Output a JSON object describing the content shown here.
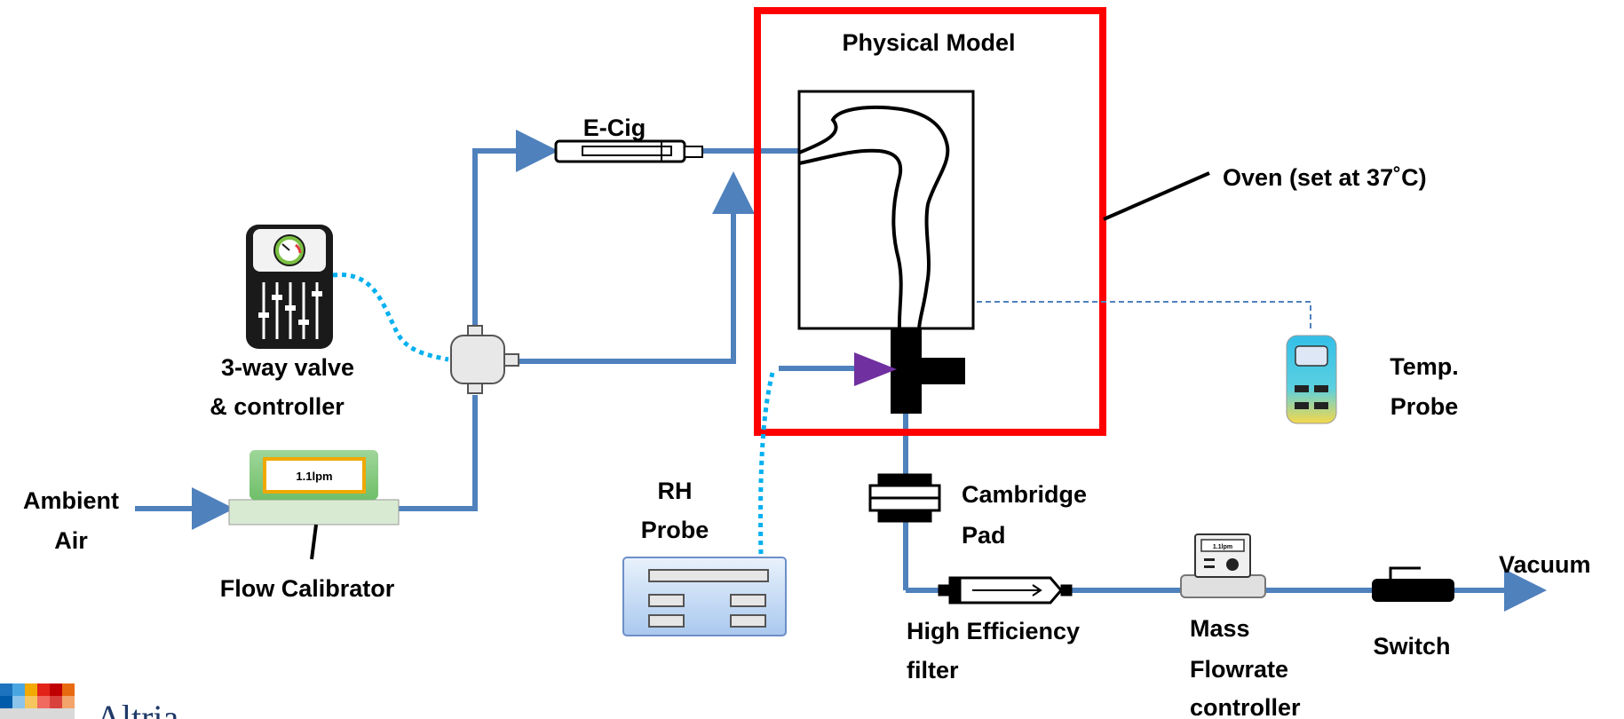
{
  "labels": {
    "physical_model": "Physical Model",
    "ecig": "E-Cig",
    "oven": "Oven (set at 37˚C)",
    "valve_line1": "3-way valve",
    "valve_line2": "& controller",
    "temp_line1": "Temp.",
    "temp_line2": "Probe",
    "ambient_line1": "Ambient",
    "ambient_line2": "Air",
    "flow_calibrator": "Flow Calibrator",
    "rh_line1": "RH",
    "rh_line2": "Probe",
    "cambridge_line1": "Cambridge",
    "cambridge_line2": "Pad",
    "vacuum": "Vacuum",
    "hef_line1": "High Efficiency",
    "hef_line2": "filter",
    "mass_line1": "Mass",
    "mass_line2": "Flowrate",
    "mass_line3": "controller",
    "switch": "Switch"
  },
  "displays": {
    "calibrator_reading": "1.1lpm",
    "mass_controller_reading": "1.1lpm"
  },
  "logo": {
    "text": "Altria"
  },
  "colors": {
    "pipe": "#4f81bd",
    "oven_border": "#ff0000",
    "probe_dotted": "#00b0f0",
    "temp_dashed": "#4f81bd",
    "cone": "#7030a0"
  },
  "icons": {
    "valve_controller": "gauge-sliders-icon",
    "temp_probe": "temperature-probe-icon",
    "rh_probe": "rh-probe-icon",
    "flow_calibrator": "flow-calibrator-icon",
    "ecig": "e-cigarette-icon",
    "filter": "syringe-filter-icon",
    "mass_controller": "flow-controller-icon",
    "switch": "switch-icon",
    "cambridge_pad": "filter-pad-icon"
  }
}
